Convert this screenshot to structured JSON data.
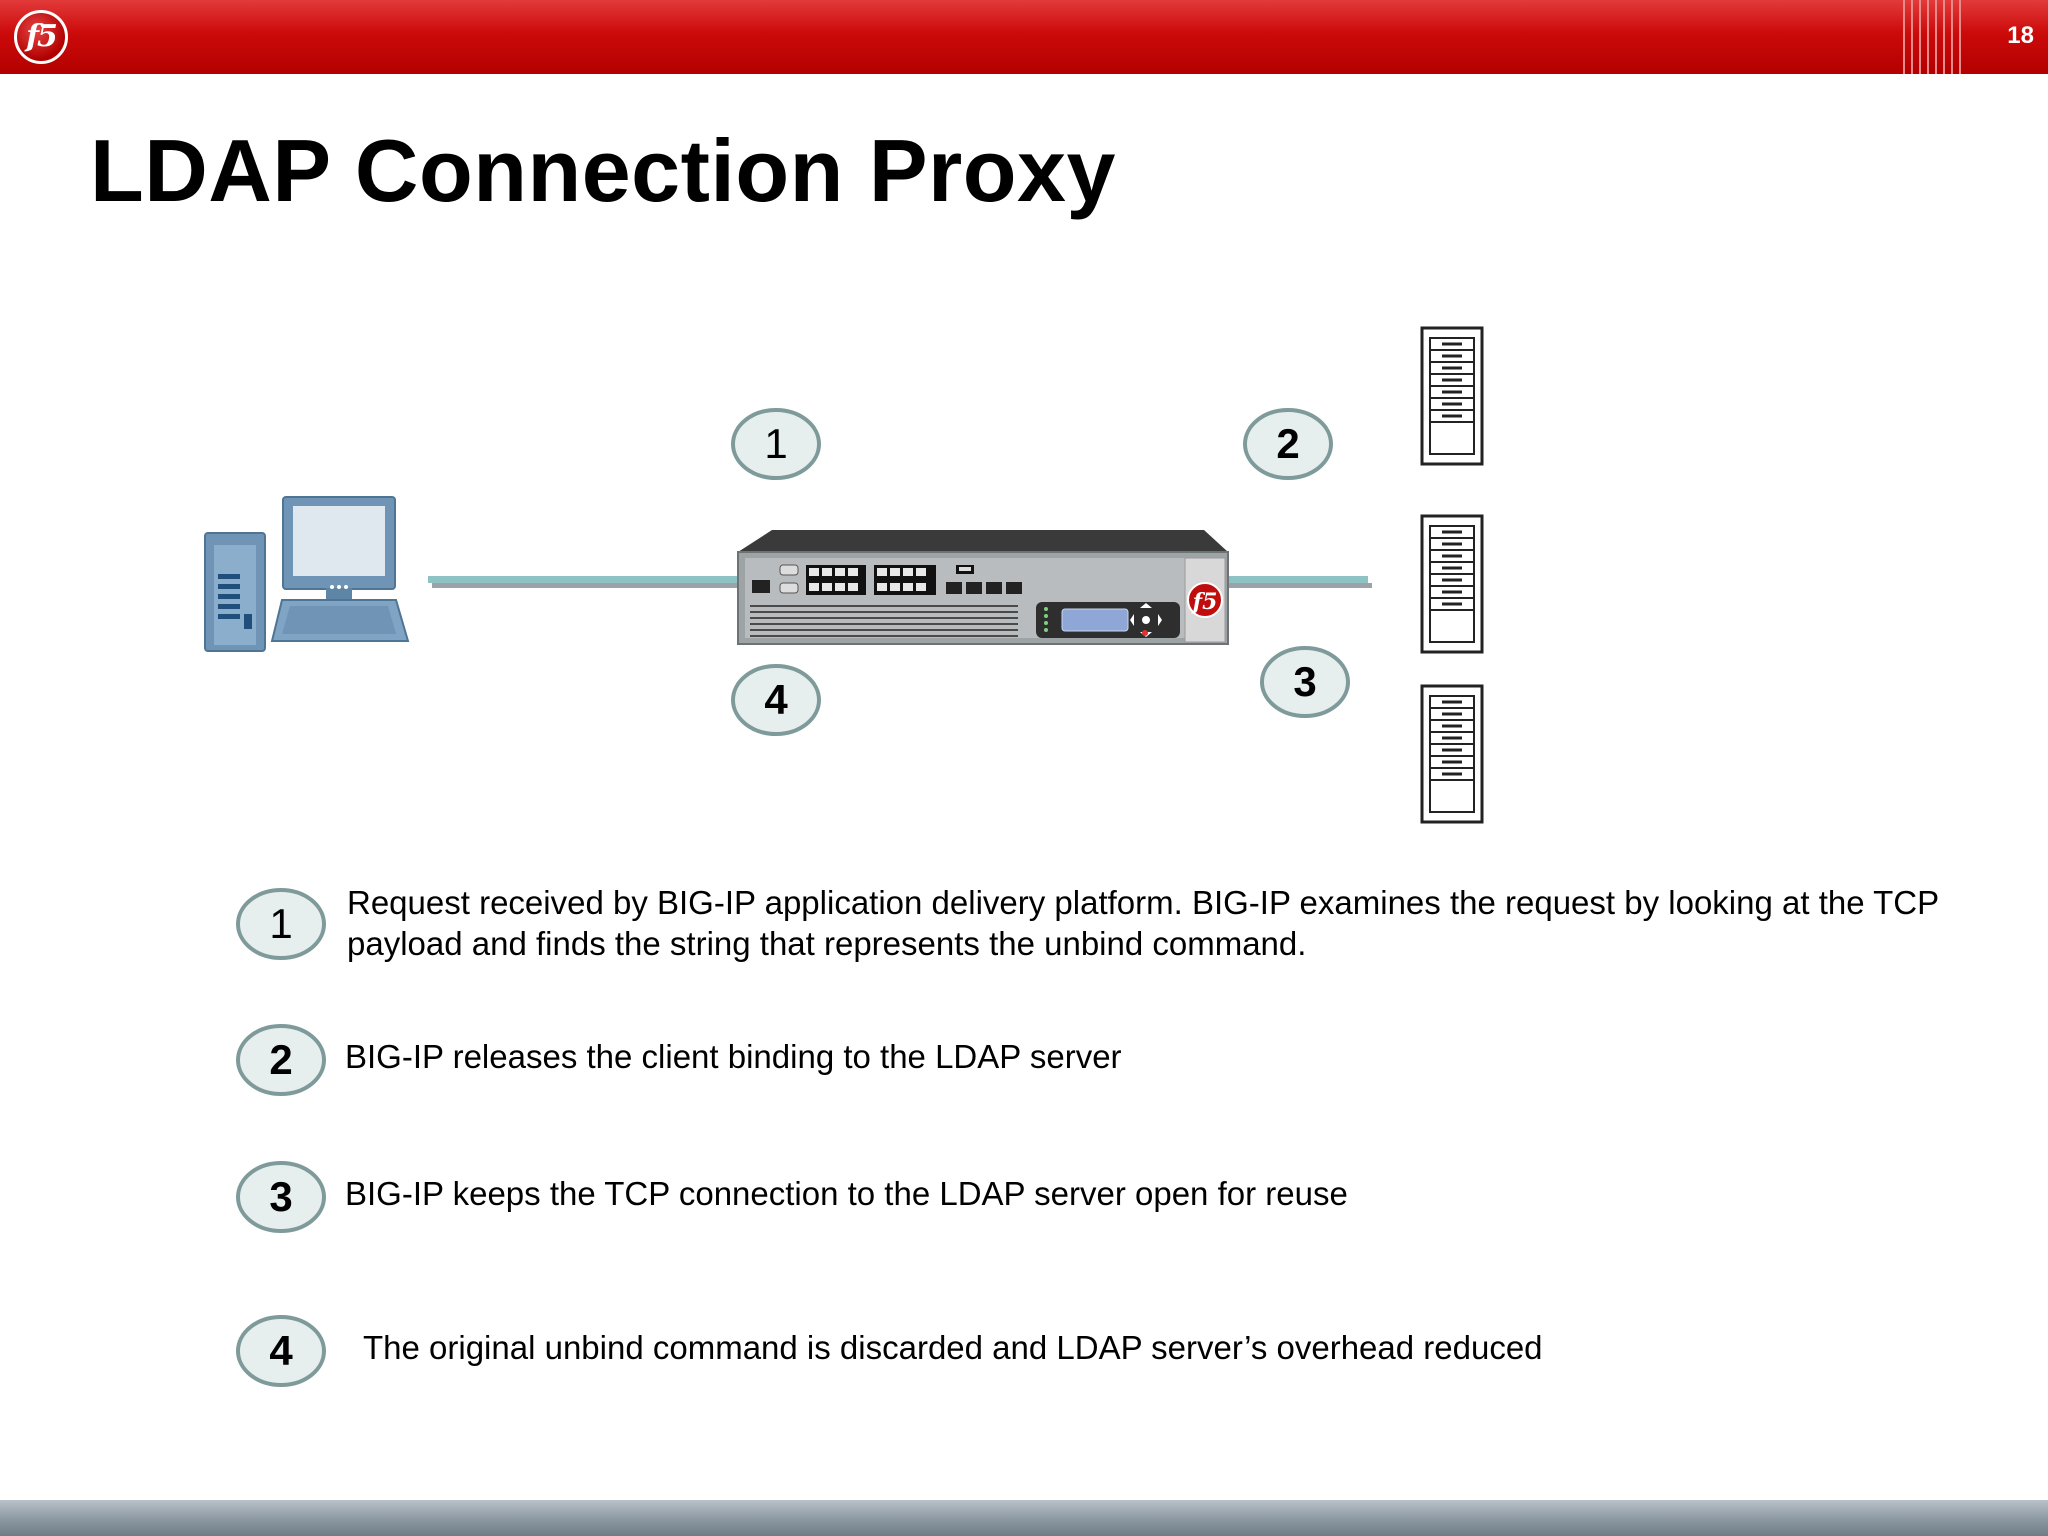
{
  "header": {
    "logo_text": "f5",
    "slide_number": "18"
  },
  "title": "LDAP Connection Proxy",
  "diagram": {
    "markers": [
      "1",
      "2",
      "3",
      "4"
    ],
    "nodes": [
      "client-computer",
      "big-ip-appliance",
      "ldap-server-1",
      "ldap-server-2",
      "ldap-server-3"
    ],
    "appliance_logo": "f5"
  },
  "steps": [
    {
      "number": "1",
      "text_line1": "Request received by BIG-IP application delivery platform. BIG-IP examines the request by looking at the TCP",
      "text_line2": "payload and finds the string that represents the unbind command."
    },
    {
      "number": "2",
      "text": "BIG-IP releases the client binding to the LDAP server"
    },
    {
      "number": "3",
      "text": "BIG-IP keeps the TCP connection to the LDAP server open for reuse"
    },
    {
      "number": "4",
      "text": "The original unbind command is discarded and LDAP server’s overhead reduced"
    }
  ],
  "colors": {
    "brand_red": "#cc0a0a",
    "link_teal": "#8fc2c2",
    "marker_fill": "#e6eeee",
    "marker_stroke": "#7f9a9a"
  }
}
